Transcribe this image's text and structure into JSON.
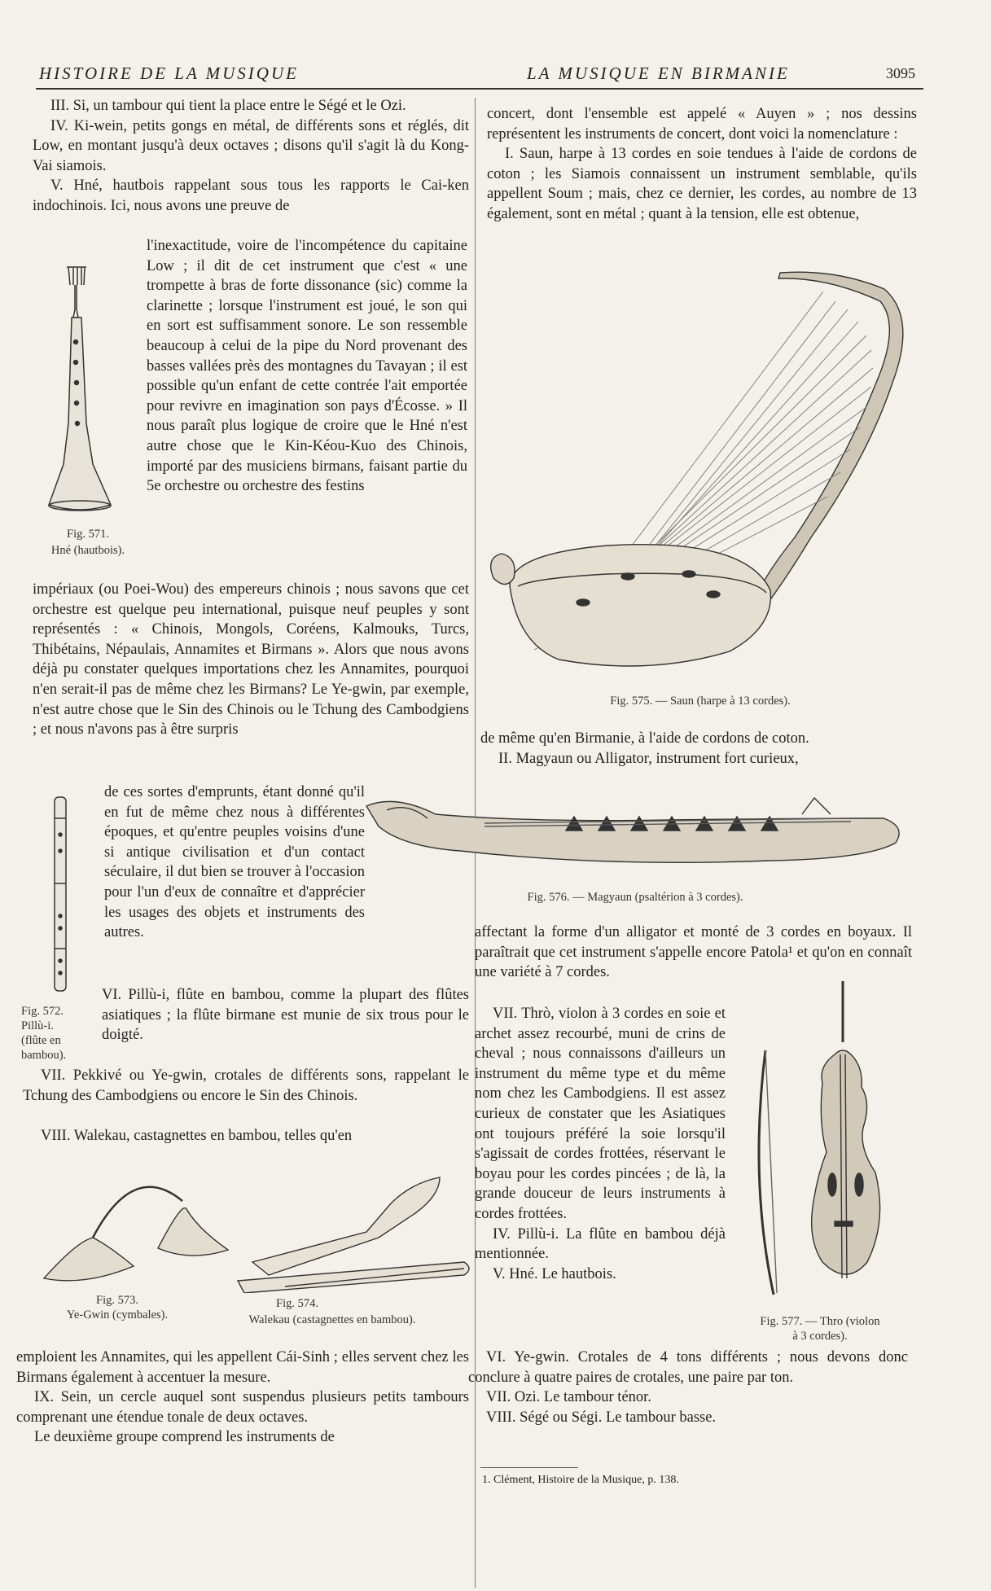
{
  "header": {
    "left_title": "HISTOIRE DE LA MUSIQUE",
    "right_title": "LA MUSIQUE EN BIRMANIE",
    "page_number": "3095"
  },
  "left_column": {
    "top_paras": [
      "III. Si, un tambour qui tient la place entre le Ségé et le Ozi.",
      "IV. Ki-wein, petits gongs en métal, de différents sons et réglés, dit Low, en montant jusqu'à deux octaves ; disons qu'il s'agit là du Kong-Vai siamois.",
      "V. Hné, hautbois rappelant sous tous les rapports le Cai-ken indochinois. Ici, nous avons une preuve de"
    ],
    "wrap_fig571": "l'inexactitude, voire de l'incompétence du capitaine Low ; il dit de cet instrument que c'est « une trompette à bras de forte dissonance (sic) comme la clarinette ; lorsque l'instrument est joué, le son qui en sort est suffisamment sonore. Le son ressemble beaucoup à celui de la pipe du Nord provenant des basses vallées près des montagnes du Tavayan ; il est possible qu'un enfant de cette contrée l'ait emportée pour revivre en imagination son pays d'Écosse. » Il nous paraît plus logique de croire que le Hné n'est autre chose que le Kin-Kéou-Kuo des Chinois, importé par des musiciens birmans, faisant partie du 5e orchestre ou orchestre des festins",
    "full_after571": "impériaux (ou Poei-Wou) des empereurs chinois ; nous savons que cet orchestre est quelque peu international, puisque neuf peuples y sont représentés : « Chinois, Mongols, Coréens, Kalmouks, Turcs, Thibétains, Népaulais, Annamites et Birmans ». Alors que nous avons déjà pu constater quelques importations chez les Annamites, pourquoi n'en serait-il pas de même chez les Birmans? Le Ye-gwin, par exemple, n'est autre chose que le Sin des Chinois ou le Tchung des Cambodgiens ; et nous n'avons pas à être surpris",
    "wrap_fig572": "de ces sortes d'emprunts, étant donné qu'il en fut de même chez nous à différentes époques, et qu'entre peuples voisins d'une si antique civilisation et d'un contact séculaire, il dut bien se trouver à l'occasion pour l'un d'eux de connaître et d'apprécier les usages des objets et instruments des autres.",
    "para_VI": "VI. Pillù-i, flûte en bambou, comme la plupart des flûtes asiatiques ; la flûte birmane est munie de six trous pour le doigté.",
    "para_VII": "VII. Pekkivé ou Ye-gwin, crotales de différents sons, rappelant le Tchung des Cambodgiens ou encore le Sin des Chinois.",
    "para_VIII": "VIII. Walekau, castagnettes en bambou, telles qu'en",
    "bottom_paras": [
      "emploient les Annamites, qui les appellent Cái-Sinh ; elles servent chez les Birmans également à accentuer la mesure.",
      "IX. Sein, un cercle auquel sont suspendus plusieurs petits tambours comprenant une étendue tonale de deux octaves.",
      "Le deuxième groupe comprend les instruments de"
    ]
  },
  "right_column": {
    "top_paras": [
      "concert, dont l'ensemble est appelé « Auyen » ; nos dessins représentent les instruments de concert, dont voici la nomenclature :",
      "I. Saun, harpe à 13 cordes en soie tendues à l'aide de cordons de coton ; les Siamois connaissent un instrument semblable, qu'ils appellent Soum ; mais, chez ce dernier, les cordes, au nombre de 13 également, sont en métal ; quant à la tension, elle est obtenue,"
    ],
    "after575": [
      "de même qu'en Birmanie, à l'aide de cordons de coton.",
      "II. Magyaun ou Alligator, instrument fort curieux,"
    ],
    "after576": "affectant la forme d'un alligator et monté de 3 cordes en boyaux. Il paraîtrait que cet instrument s'appelle encore Patola¹ et qu'on en connaît une variété à 7 cordes.",
    "wrap_fig577": [
      "VII. Thrò, violon à 3 cordes en soie et archet assez recourbé, muni de crins de cheval ; nous connaissons d'ailleurs un instrument du même type et du même nom chez les Cambodgiens. Il est assez curieux de constater que les Asiatiques ont toujours préféré la soie lorsqu'il s'agissait de cordes frottées, réservant le boyau pour les cordes pincées ; de là, la grande douceur de leurs instruments à cordes frottées.",
      "IV. Pillù-i. La flûte en bambou déjà mentionnée.",
      "V. Hné. Le hautbois."
    ],
    "final_paras": [
      "VI. Ye-gwin. Crotales de 4 tons différents ; nous devons donc conclure à quatre paires de crotales, une paire par ton.",
      "VII. Ozi. Le tambour ténor.",
      "VIII. Ségé ou Ségi. Le tambour basse."
    ],
    "footnote": "1. Clément, Histoire de la Musique, p. 138."
  },
  "captions": {
    "fig571_num": "Fig. 571.",
    "fig571_desc": "Hné (hautbois).",
    "fig572_num": "Fig. 572.",
    "fig572_name": "Pillù-i.",
    "fig572_desc1": "(flûte en",
    "fig572_desc2": "bambou).",
    "fig573_num": "Fig. 573.",
    "fig573_desc": "Ye-Gwin (cymbales).",
    "fig574_num": "Fig. 574.",
    "fig574_desc": "Walekau (castagnettes en bambou).",
    "fig575": "Fig. 575. — Saun (harpe à 13 cordes).",
    "fig576": "Fig. 576. — Magyaun (psaltérion à 3 cordes).",
    "fig577_line1": "Fig. 577. — Thro (violon",
    "fig577_line2": "à 3 cordes)."
  }
}
